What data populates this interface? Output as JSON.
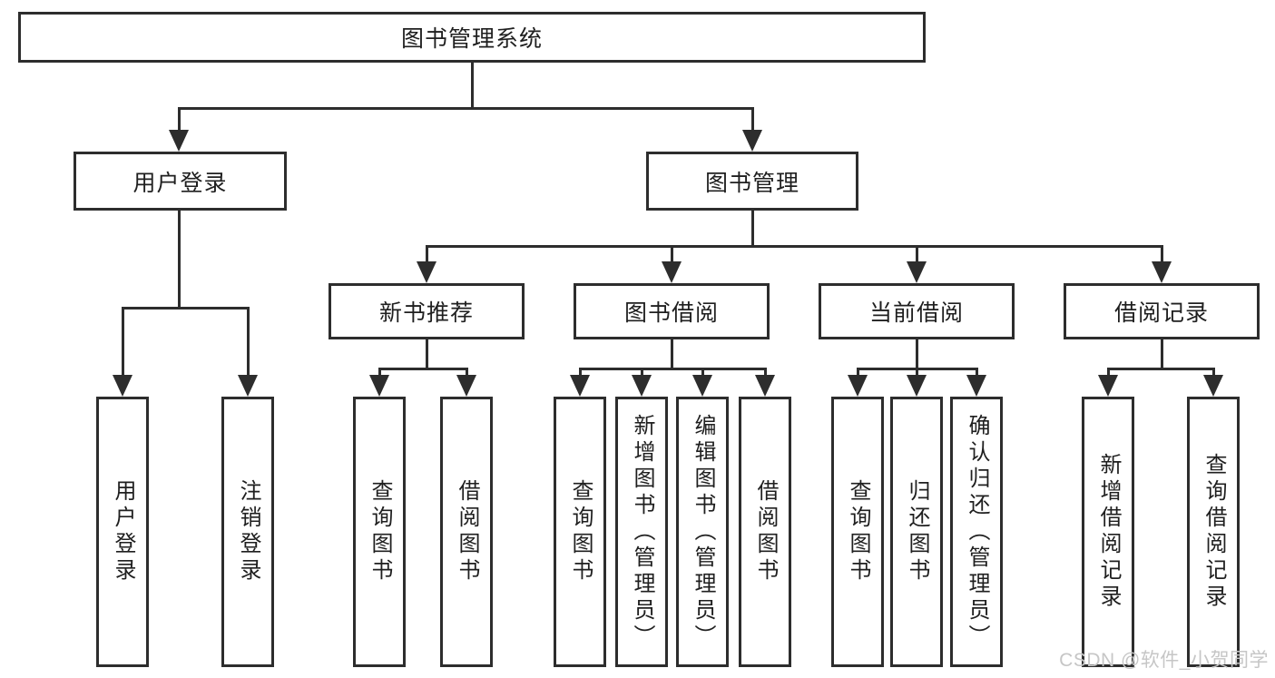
{
  "colors": {
    "line": "#2d2d2d",
    "text": "#1f1f1f",
    "background": "#ffffff",
    "watermark": "#c6c6c6"
  },
  "watermark": {
    "text": "CSDN @软件_小贺同学"
  },
  "tree": {
    "root": {
      "label": "图书管理系统"
    },
    "branches": [
      {
        "label": "用户登录",
        "leaves": [
          {
            "label": "用户登录"
          },
          {
            "label": "注销登录"
          }
        ]
      },
      {
        "label": "图书管理",
        "groups": [
          {
            "label": "新书推荐",
            "leaves": [
              {
                "label": "查询图书"
              },
              {
                "label": "借阅图书"
              }
            ]
          },
          {
            "label": "图书借阅",
            "leaves": [
              {
                "label": "查询图书"
              },
              {
                "label": "新增图书（管理员）"
              },
              {
                "label": "编辑图书（管理员）"
              },
              {
                "label": "借阅图书"
              }
            ]
          },
          {
            "label": "当前借阅",
            "leaves": [
              {
                "label": "查询图书"
              },
              {
                "label": "归还图书"
              },
              {
                "label": "确认归还（管理员）"
              }
            ]
          },
          {
            "label": "借阅记录",
            "leaves": [
              {
                "label": "新增借阅记录"
              },
              {
                "label": "查询借阅记录"
              }
            ]
          }
        ]
      }
    ]
  }
}
